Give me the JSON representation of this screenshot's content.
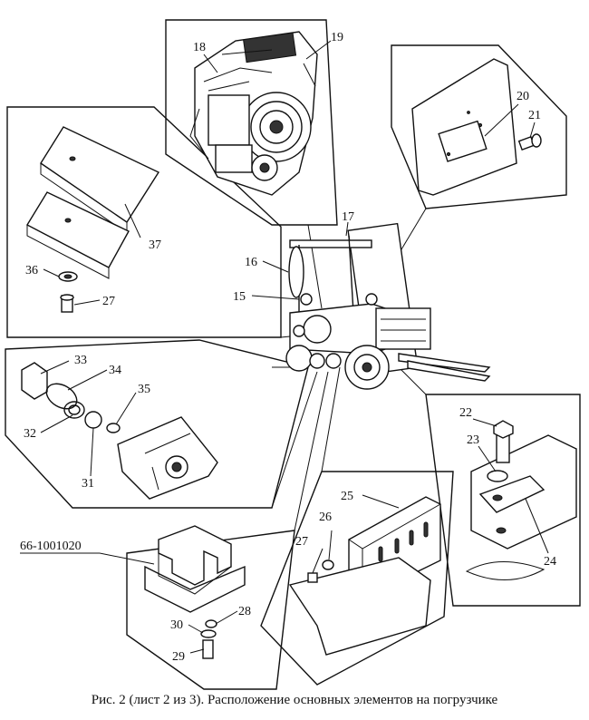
{
  "labels": {
    "n15": "15",
    "n16": "16",
    "n17": "17",
    "n18": "18",
    "n19": "19",
    "n20": "20",
    "n21": "21",
    "n22": "22",
    "n23": "23",
    "n24": "24",
    "n25": "25",
    "n26": "26",
    "n27a": "27",
    "n27b": "27",
    "n28": "28",
    "n29": "29",
    "n30": "30",
    "n31": "31",
    "n32": "32",
    "n33": "33",
    "n34": "34",
    "n35": "35",
    "n36": "36",
    "n37": "37",
    "part_number": "66-1001020"
  },
  "caption": "Рис. 2 (лист 2 из 3). Расположение основных элементов на погрузчике"
}
